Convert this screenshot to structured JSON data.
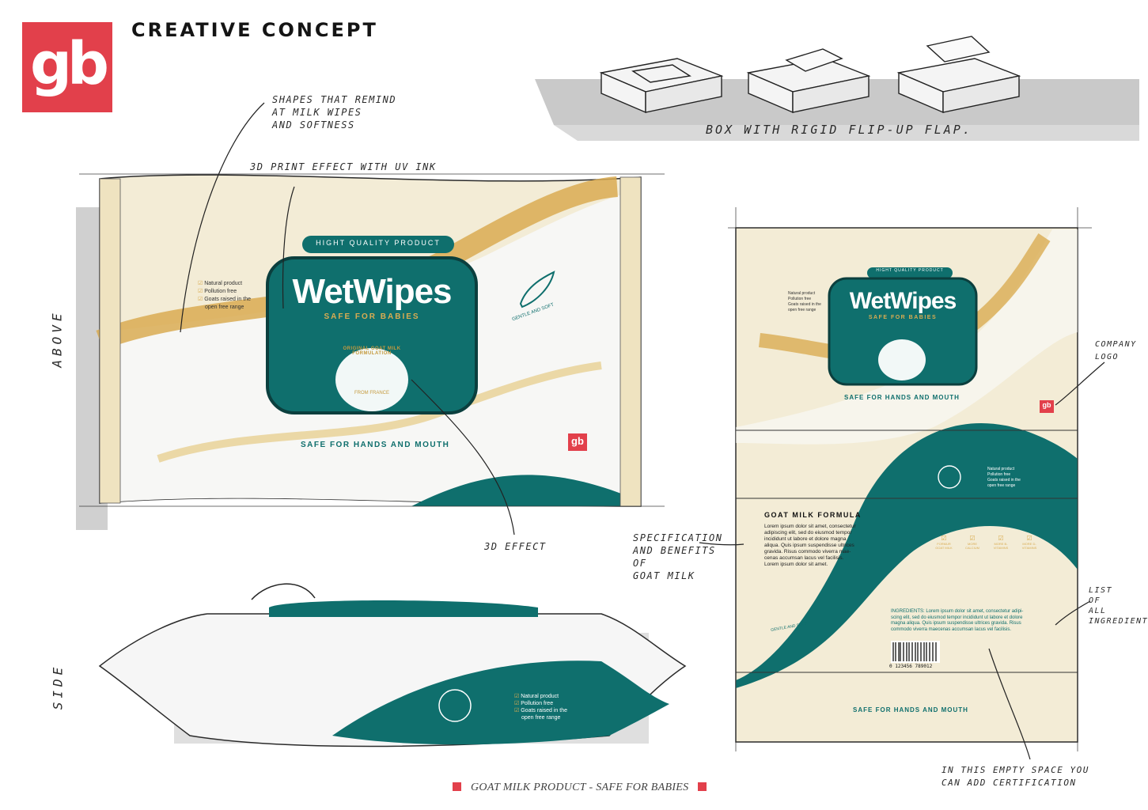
{
  "header": {
    "logo_text": "gb",
    "title": "CREATIVE CONCEPT"
  },
  "colors": {
    "brand_red": "#e2404b",
    "teal": "#0f6f6d",
    "cream": "#f3ecd6",
    "gold": "#d9ac52"
  },
  "annotations": {
    "shapes": [
      "SHAPES THAT REMIND",
      "AT MILK WIPES",
      "AND SOFTNESS"
    ],
    "print3d": "3D PRINT EFFECT WITH UV INK",
    "box": "BOX WITH RIGID FLIP-UP FLAP.",
    "effect3d": "3D EFFECT",
    "above": "ABOVE",
    "side": "SIDE",
    "spec": [
      "SPECIFICATION",
      "AND BENEFITS OF",
      "GOAT MILK"
    ],
    "company_logo": [
      "COMPANY",
      "LOGO"
    ],
    "ingredients_list": [
      "LIST",
      "OF",
      "ALL",
      "INGREDIENTS"
    ],
    "certification": [
      "IN THIS EMPTY SPACE YOU",
      "CAN ADD CERTIFICATION"
    ]
  },
  "pack": {
    "badge": "HIGHT QUALITY PRODUCT",
    "brand": "WetWipes",
    "tagline": "SAFE FOR BABIES",
    "seal_text": "ORIGINAL GOAT MILK FORMULATION",
    "seal_sub": "FROM FRANCE",
    "features": [
      "Natural product",
      "Pollution free",
      "Goats raised in the",
      "open free range"
    ],
    "gentle": "GENTLE AND SOFT",
    "safe_hands": "SAFE FOR HANDS AND MOUTH",
    "logo": "gb"
  },
  "back": {
    "formula_title": "GOAT MILK FORMULA",
    "formula_text": [
      "Lorem ipsum dolor sit amet, consectetur",
      "adipiscing elit, sed do eiusmod tempor",
      "incididunt ut labore et dolore magna",
      "aliqua. Quis ipsum suspendisse ultrices",
      "gravida. Risus commodo viverra mae-",
      "cenas accumsan lacus vel facilisis.",
      "Lorem ipsum dolor sit amet."
    ],
    "benefits": [
      "FORMUR GOAT MILK",
      "MORE CALCIUM",
      "MORE B-VITAMINS",
      "MORE D-VITAMINS"
    ],
    "ingredients": [
      "INGREDIENTS: Lorem ipsum dolor sit amet, consectetur adipi-",
      "scing elit, sed do eiusmod tempor incididunt ut labore et dolore",
      "magna aliqua. Quis ipsum suspendisse ultrices gravida. Risus",
      "commodo viverra maecenas accumsan lacus vel facilisis."
    ],
    "barcode_number": "0 123456 789012",
    "safe_hands": "SAFE FOR HANDS AND MOUTH"
  },
  "footer": "GOAT MILK PRODUCT - SAFE FOR BABIES"
}
